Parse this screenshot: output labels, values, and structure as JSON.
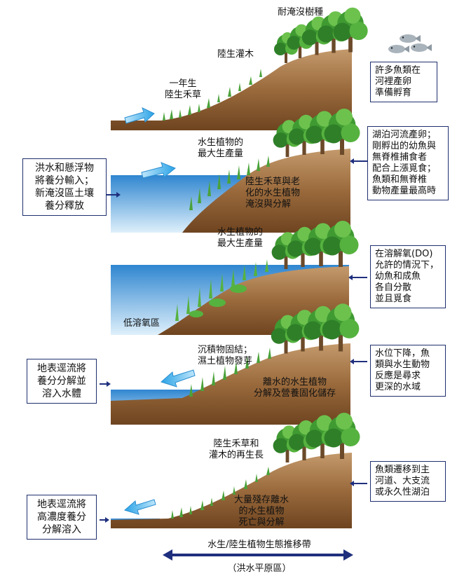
{
  "panels": [
    {
      "labels": [
        "耐淹沒樹種",
        "陸生灌木",
        "一年生\n陸生禾草"
      ],
      "right_note": "許多魚類在\n河裡產卵\n準備孵育"
    },
    {
      "labels": [
        "水生植物的\n最大生產量",
        "陸生禾草與老\n化的水生植物\n淹沒與分解"
      ],
      "left_note": "洪水和懸浮物\n將養分輸入；\n新淹沒區土壤\n養分釋放",
      "right_note": "湖泊河流產卵；\n剛孵出的幼魚與\n無脊椎捕食者\n配合上漲覓食；\n魚類和無脊椎\n動物產量最高時"
    },
    {
      "labels": [
        "水生植物的\n最大生產量",
        "低溶氧區"
      ],
      "right_note": "在溶解氧(DO)\n允許的情況下，\n幼魚和成魚\n各自分散\n並且覓食"
    },
    {
      "labels": [
        "沉積物固結；\n濕土植物發芽",
        "離水的水生植物\n分解及營養固化儲存"
      ],
      "left_note": "地表逕流將\n養分分解並\n溶入水體",
      "right_note": "水位下降，魚\n類與水生動物\n反應是尋求\n更深的水域"
    },
    {
      "labels": [
        "陸生禾草和\n灌木的再生長",
        "大量殘存離水\n的水生植物\n死亡與分解"
      ],
      "left_note": "地表逕流將\n高濃度養分\n分解溶入",
      "right_note": "魚類遷移到主\n河道、大支流\n或永久性湖泊"
    }
  ],
  "bottom": {
    "zone_label": "水生/陸生植物生態推移帶",
    "floodplain_label": "（洪水平原區）"
  },
  "colors": {
    "water": "#3b8fd4",
    "soil": "#8a5a2e",
    "tree": "#2e8a2e",
    "arrow": "#1f2f7e"
  }
}
